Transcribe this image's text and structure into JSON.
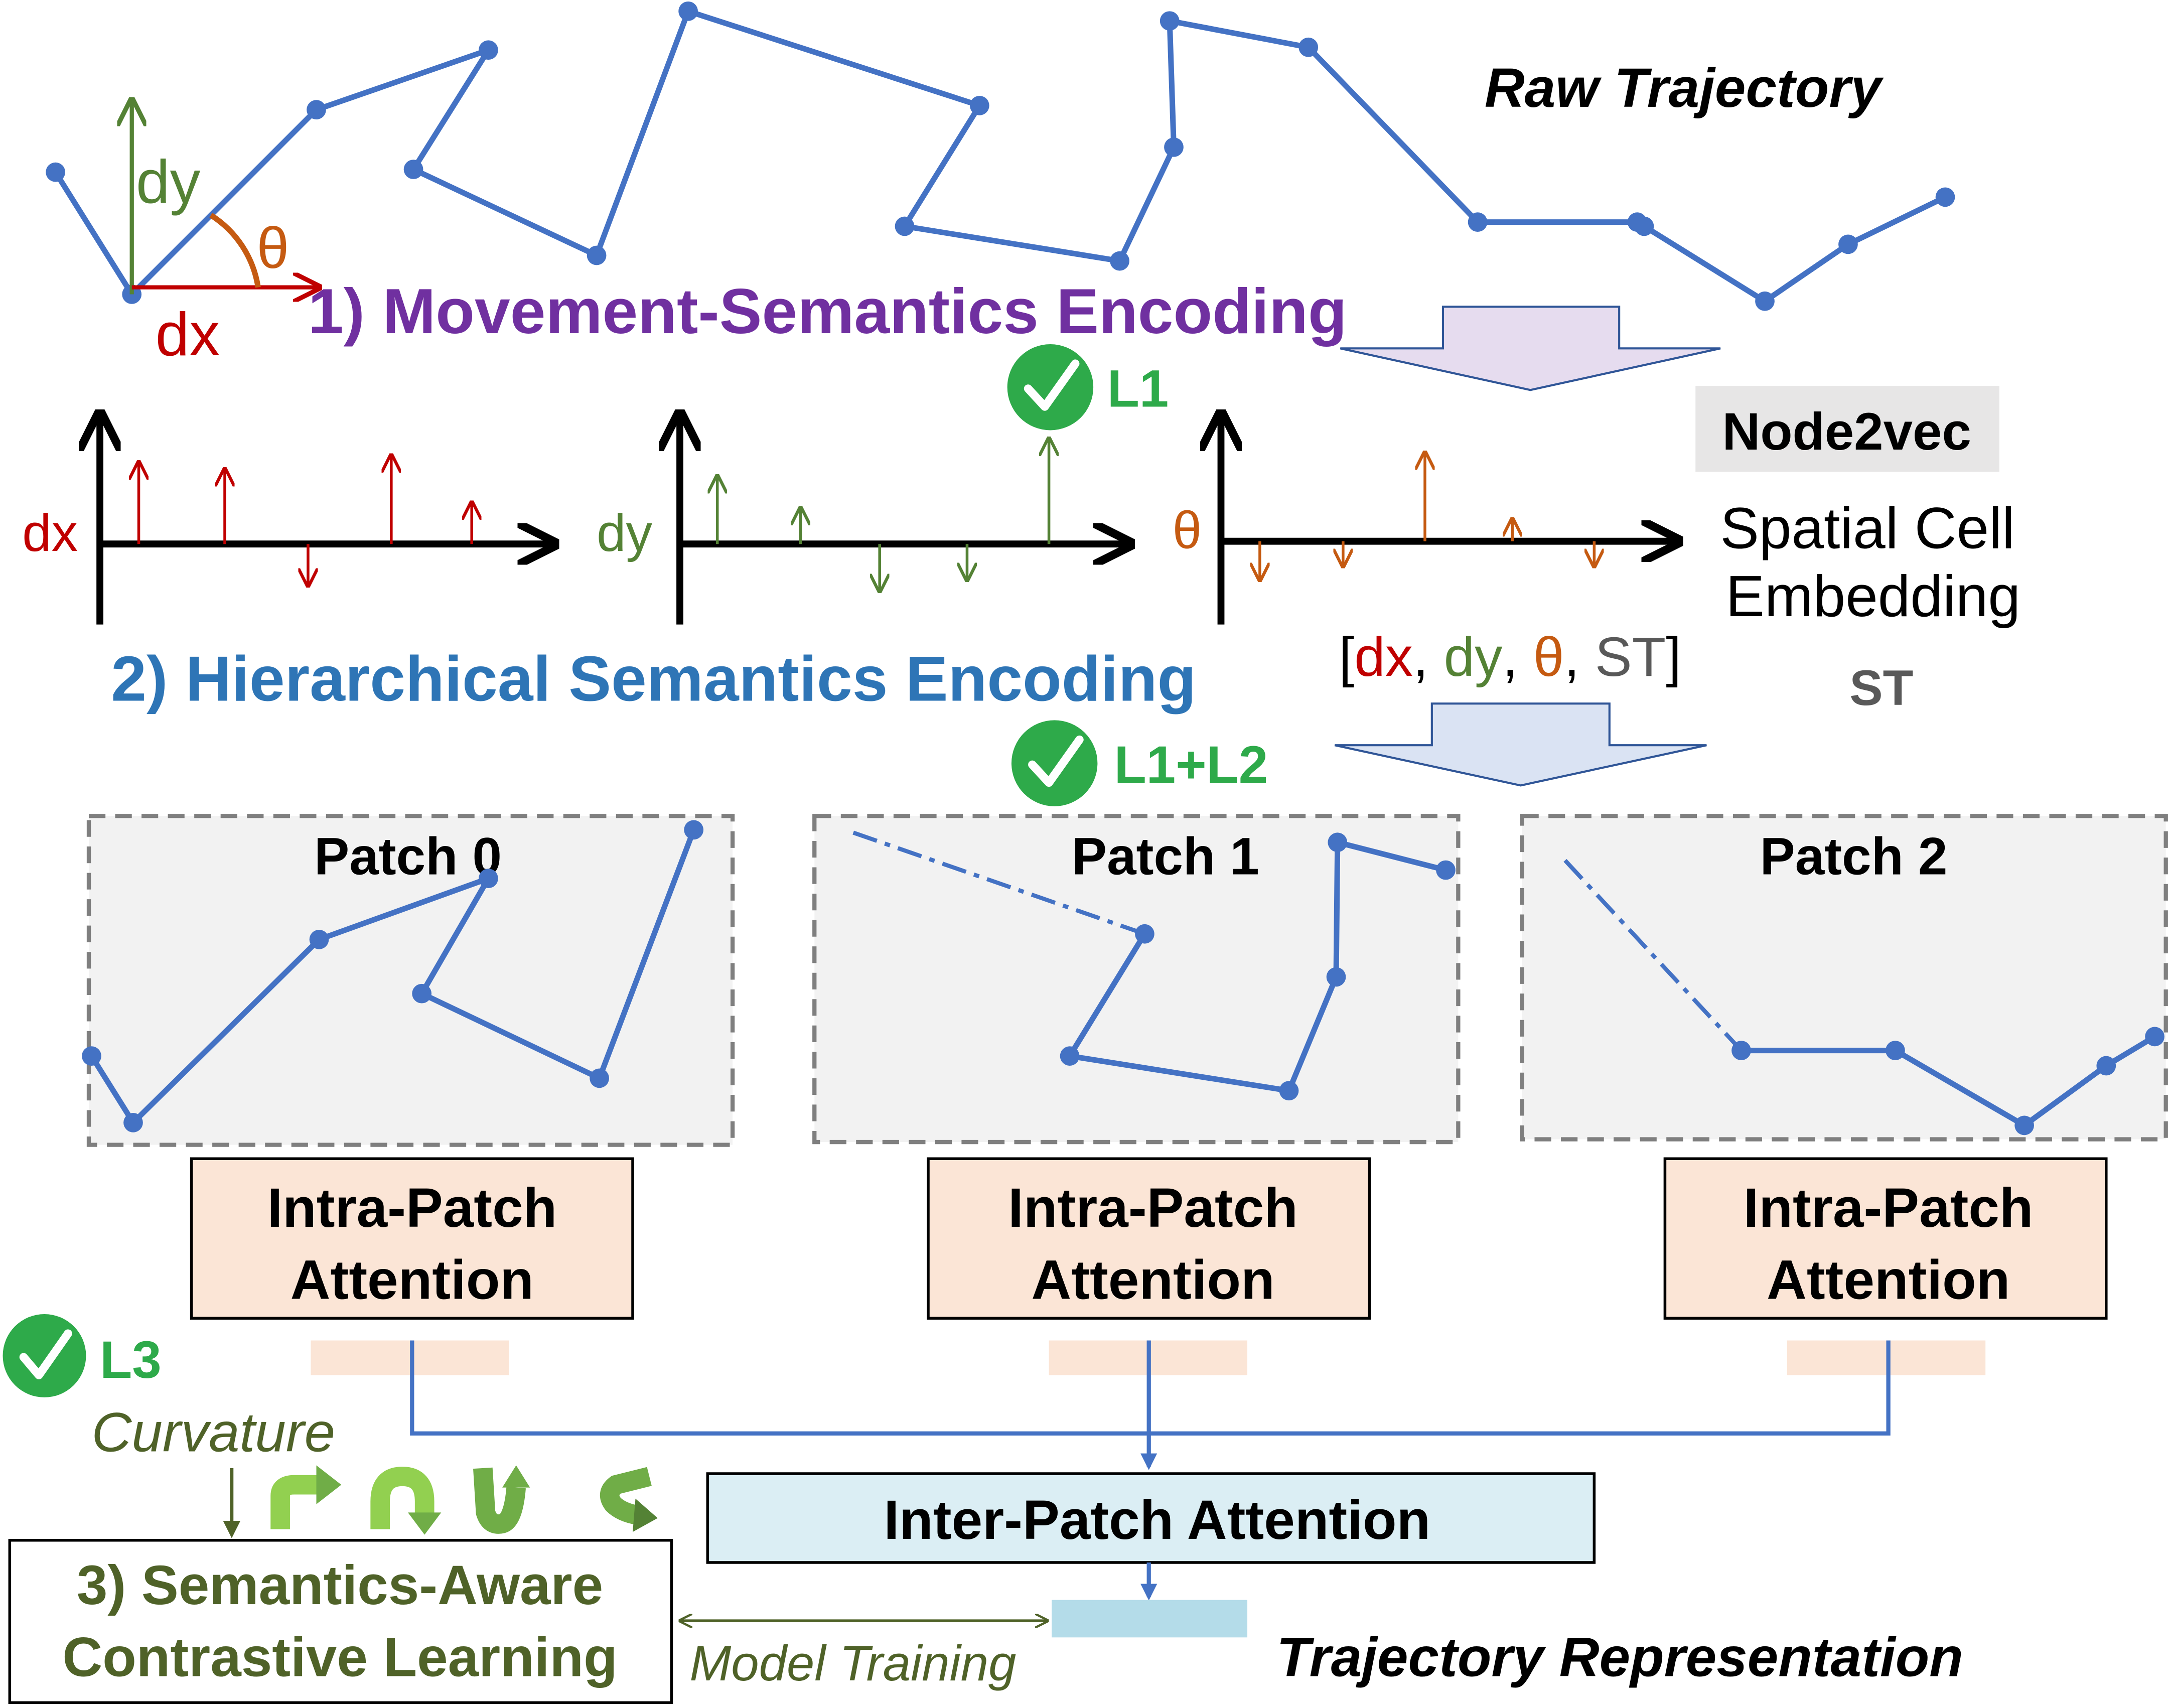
{
  "colors": {
    "trajectory": "#4472c4",
    "dx": "#c00000",
    "dy": "#548235",
    "theta": "#c55a11",
    "st": "#595959",
    "purple": "#7030a0",
    "blue": "#2e75b6",
    "green_badge": "#2eaa4a",
    "dark_green": "#4f6228",
    "patch_bg": "#f2f2f2",
    "patch_border": "#7f7f7f",
    "intra_fill": "#fbe5d6",
    "inter_fill": "#dbeef4",
    "arrow_fill_purple": "#e6dcef",
    "arrow_fill_blue": "#dae3f3"
  },
  "raw_trajectory": {
    "label": "Raw Trajectory",
    "dy_label": "dy",
    "dx_label": "dx",
    "theta_label": "θ"
  },
  "stage1": {
    "title": "1) Movement-Semantics Encoding",
    "check_label": "L1"
  },
  "node2vec": {
    "badge": "Node2vec",
    "line1": "Spatial Cell",
    "line2": "Embedding",
    "st_label": "ST"
  },
  "signals": {
    "dx": "dx",
    "dy": "dy",
    "theta": "θ"
  },
  "stage2": {
    "title": "2) Hierarchical Semantics Encoding",
    "check_label": "L1+L2",
    "vector": {
      "open": "[",
      "dx": "dx",
      "sep1": ", ",
      "dy": "dy",
      "sep2": ", ",
      "theta": "θ",
      "sep3": ", ",
      "st": "ST",
      "close": "]"
    }
  },
  "patches": [
    {
      "title": "Patch 0",
      "attention_line1": "Intra-Patch",
      "attention_line2": "Attention"
    },
    {
      "title": "Patch 1",
      "attention_line1": "Intra-Patch",
      "attention_line2": "Attention"
    },
    {
      "title": "Patch 2",
      "attention_line1": "Intra-Patch",
      "attention_line2": "Attention"
    }
  ],
  "stage3": {
    "check_label": "L3",
    "curvature_label": "Curvature",
    "title_line1": "3) Semantics-Aware",
    "title_line2": "Contrastive Learning",
    "model_training": "Model Training"
  },
  "inter_patch": {
    "label": "Inter-Patch Attention"
  },
  "output": {
    "label": "Trajectory Representation"
  }
}
